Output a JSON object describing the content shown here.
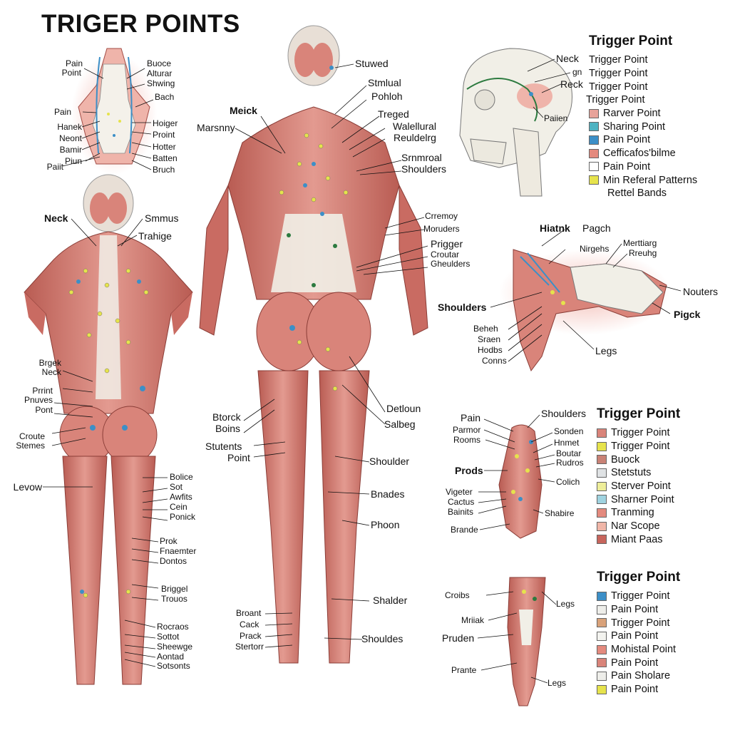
{
  "title": "TRIGER POINTS",
  "colors": {
    "muscle": "#d9847a",
    "muscle_dark": "#b85a52",
    "muscle_light": "#efb4aa",
    "tendon": "#ecebe6",
    "bone": "#f1efe7",
    "point_yellow": "#e6e34c",
    "point_blue": "#3c8fc7",
    "point_green": "#2c7a3f",
    "line": "#111111"
  },
  "neck_panel": {
    "labels_left": [
      "Pain",
      "Point",
      "Pain",
      "Hanek",
      "Neont",
      "Bamir",
      "Piun",
      "Paiit"
    ],
    "labels_right": [
      "Buoce",
      "Alturar",
      "Shwing",
      "Bach",
      "Hoiger",
      "Proint",
      "Hotter",
      "Batten",
      "Bruch"
    ]
  },
  "back_figure": {
    "labels_top": [
      "Neck",
      "Smmus",
      "Trahige"
    ],
    "labels_left": [
      "Brgek",
      "Neck",
      "Prrint",
      "Pnuves",
      "Pont",
      "Croute",
      "Stemes",
      "Levow"
    ],
    "labels_right": [
      "Bolice",
      "Sot",
      "Awfits",
      "Cein",
      "Ponick",
      "Prok",
      "Fnaemter",
      "Dontos",
      "Briggel",
      "Trouos",
      "Rocraos",
      "Sottot",
      "Sheewge",
      "Aontad",
      "Sotsonts"
    ]
  },
  "center_figure": {
    "labels_left": [
      "Meick",
      "Marsnny",
      "Btorck",
      "Boins",
      "Stutents",
      "Point",
      "Broant",
      "Cack",
      "Prack",
      "Stertorr"
    ],
    "labels_right": [
      "Stuwed",
      "Stmlual",
      "Pohloh",
      "Treged",
      "Walellural",
      "Reuldelrg",
      "Srnmroal",
      "Shoulders",
      "Crremoy",
      "Moruders",
      "Prigger",
      "Croutar",
      "Gheulders",
      "Detloun",
      "Salbeg",
      "Shoulder",
      "Bnades",
      "Phoon",
      "Shalder",
      "Shouldes"
    ]
  },
  "skull_panel": {
    "labels": [
      "Neck",
      "gn",
      "Reck",
      "Paiien"
    ],
    "legend_title": "Trigger Point",
    "legend_plain": [
      "Trigger Point",
      "Trigger Point",
      "Trigger Point",
      "Trigger Point"
    ],
    "legend": [
      {
        "label": "Rarver Point",
        "color": "#e8a39a"
      },
      {
        "label": "Sharing Point",
        "color": "#4eb3c2"
      },
      {
        "label": "Pain Point",
        "color": "#3c8fc7"
      },
      {
        "label": "Cefficafos'bilme",
        "color": "#e48a7e"
      },
      {
        "label": "Pain Point",
        "color": "#ffffff"
      },
      {
        "label": "Min Referal Patterns",
        "color": "#e6e34c"
      },
      {
        "label": "Rettel Bands",
        "color": ""
      }
    ]
  },
  "shoulder_panel": {
    "labels": [
      "Hiatnk",
      "Pagch",
      "Nirgehs",
      "Merttiarg",
      "Rreuhg",
      "Nouters",
      "Pigck",
      "Shoulders",
      "Beheh",
      "Sraen",
      "Hodbs",
      "Conns",
      "Legs"
    ]
  },
  "arm_panel": {
    "labels_left": [
      "Pain",
      "Parmor",
      "Rooms",
      "Prods",
      "Vigeter",
      "Cactus",
      "Bainits",
      "Brande"
    ],
    "labels_right": [
      "Shoulders",
      "Sonden",
      "Hnmet",
      "Boutar",
      "Rudros",
      "Colich",
      "Shabire"
    ],
    "legend_title": "Trigger Point",
    "legend": [
      {
        "label": "Trigger Point",
        "color": "#d9847a"
      },
      {
        "label": "Trigger Point",
        "color": "#e6e34c"
      },
      {
        "label": "Buock",
        "color": "#c98276"
      },
      {
        "label": "Stetstuts",
        "color": "#dfe2e4"
      },
      {
        "label": "Sterver Point",
        "color": "#eeee9a"
      },
      {
        "label": "Sharner Point",
        "color": "#9fd3e0"
      },
      {
        "label": "Tranming",
        "color": "#e48a7e"
      },
      {
        "label": "Nar Scope",
        "color": "#f0b6a8"
      },
      {
        "label": "Miant Paas",
        "color": "#c7655c"
      }
    ]
  },
  "leg_panel": {
    "labels_left": [
      "Croibs",
      "Mriiak",
      "Pruden",
      "Prante"
    ],
    "labels_right": [
      "Legs",
      "Legs"
    ],
    "legend_title": "Trigger Point",
    "legend": [
      {
        "label": "Trigger Point",
        "color": "#3c8fc7"
      },
      {
        "label": "Pain Point",
        "color": "#eeeeea"
      },
      {
        "label": "Trigger Point",
        "color": "#d9a27a"
      },
      {
        "label": "Pain Point",
        "color": "#f3f3ef"
      },
      {
        "label": "Mohistal Point",
        "color": "#e48a7e"
      },
      {
        "label": "Pain Point",
        "color": "#d9847a"
      },
      {
        "label": "Pain Sholare",
        "color": "#eeeeea"
      },
      {
        "label": "Pain Point",
        "color": "#e6e34c"
      }
    ]
  }
}
